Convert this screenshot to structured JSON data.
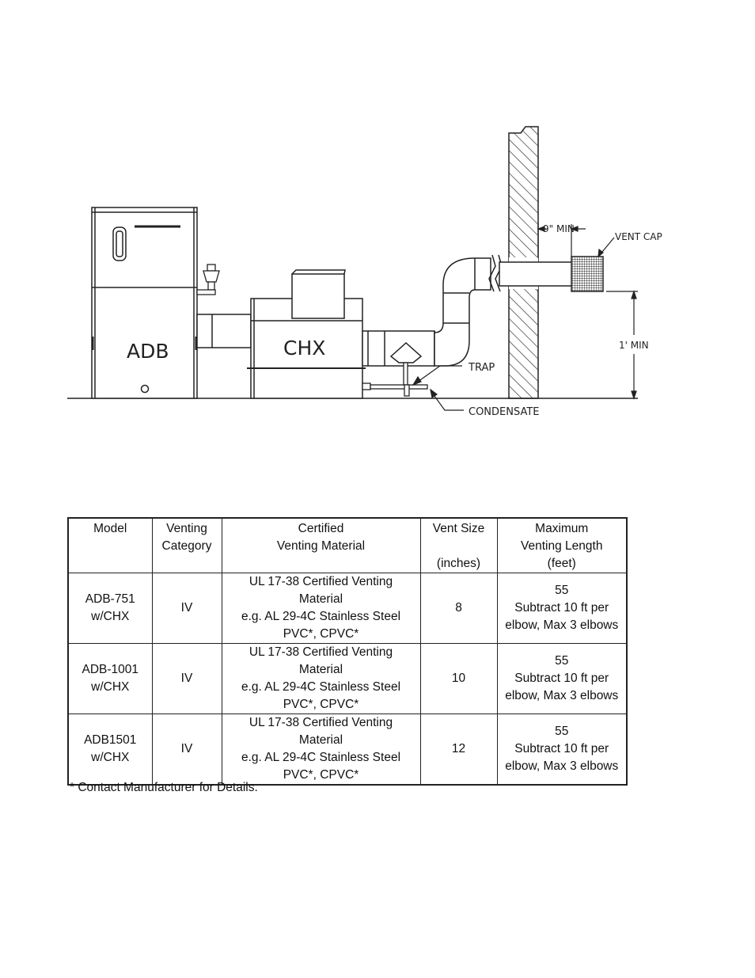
{
  "diagram": {
    "labels": {
      "adb": "ADB",
      "chx": "CHX",
      "trap": "TRAP",
      "condensate": "CONDENSATE",
      "vent_cap": "VENT CAP",
      "nine_min": "9\" MIN",
      "one_ft_min": "1' MIN"
    }
  },
  "table": {
    "headers": [
      "Model",
      "Venting\nCategory",
      "Certified\nVenting Material",
      "Vent Size\n\n(inches)",
      "Maximum\nVenting Length\n(feet)"
    ],
    "rows": [
      [
        "ADB-751\nw/CHX",
        "IV",
        "UL 17-38  Certified Venting\nMaterial\ne.g.  AL 29-4C Stainless Steel\nPVC*, CPVC*",
        "8",
        "55\nSubtract 10 ft per\nelbow, Max 3 elbows"
      ],
      [
        "ADB-1001\nw/CHX",
        "IV",
        "UL 17-38  Certified Venting\nMaterial\ne.g.  AL 29-4C Stainless Steel\nPVC*, CPVC*",
        "10",
        "55\nSubtract 10 ft per\nelbow, Max 3 elbows"
      ],
      [
        "ADB1501\nw/CHX",
        "IV",
        "UL 17-38  Certified Venting\nMaterial\ne.g.  AL 29-4C Stainless Steel\nPVC*, CPVC*",
        "12",
        "55\nSubtract 10 ft per\nelbow, Max 3 elbows"
      ]
    ]
  },
  "footnote": "* Contact Manufacturer for Details."
}
